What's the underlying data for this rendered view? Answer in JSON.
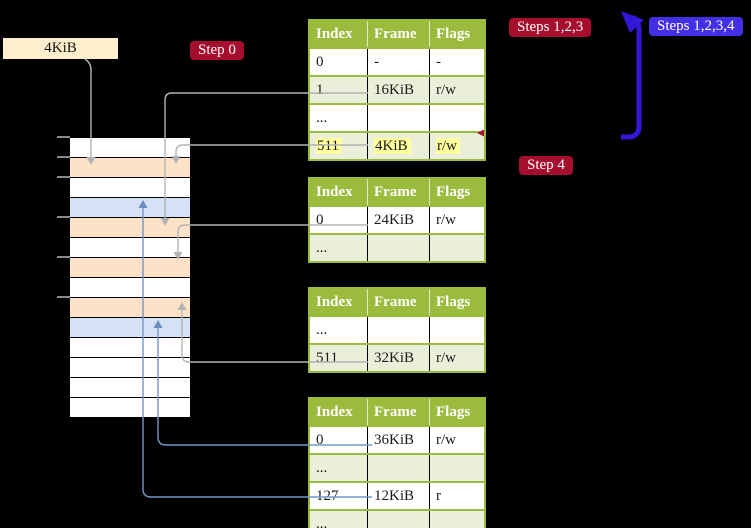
{
  "figure": {
    "root_pointer_label": "4KiB",
    "step_labels": {
      "step0": "Step 0",
      "steps123": "Steps 1,2,3",
      "steps1234": "Steps 1,2,3,4",
      "step4": "Step 4"
    }
  },
  "memory_column": {
    "rows": [
      "empty",
      "page_table",
      "empty",
      "mapped_page",
      "page_table",
      "empty",
      "page_table",
      "empty",
      "page_table",
      "mapped_page",
      "empty",
      "empty",
      "empty",
      "empty"
    ],
    "ticks_y": [
      137,
      157,
      177,
      217,
      257,
      297
    ]
  },
  "tables": [
    {
      "name": "level-4-page-table",
      "headers": [
        "Index",
        "Frame",
        "Flags"
      ],
      "rows": [
        {
          "cells": [
            "0",
            "-",
            "-"
          ],
          "shaded": false,
          "highlighted": false
        },
        {
          "cells": [
            "1",
            "16KiB",
            "r/w"
          ],
          "shaded": true,
          "highlighted": false
        },
        {
          "cells": [
            "...",
            "",
            ""
          ],
          "shaded": false,
          "highlighted": false
        },
        {
          "cells": [
            "511",
            "4KiB",
            "r/w"
          ],
          "shaded": true,
          "highlighted": true
        }
      ]
    },
    {
      "name": "level-3-page-table",
      "headers": [
        "Index",
        "Frame",
        "Flags"
      ],
      "rows": [
        {
          "cells": [
            "0",
            "24KiB",
            "r/w"
          ],
          "shaded": false,
          "highlighted": false
        },
        {
          "cells": [
            "...",
            "",
            ""
          ],
          "shaded": true,
          "highlighted": false
        }
      ]
    },
    {
      "name": "level-2-page-table",
      "headers": [
        "Index",
        "Frame",
        "Flags"
      ],
      "rows": [
        {
          "cells": [
            "...",
            "",
            ""
          ],
          "shaded": false,
          "highlighted": false
        },
        {
          "cells": [
            "511",
            "32KiB",
            "r/w"
          ],
          "shaded": true,
          "highlighted": false
        }
      ]
    },
    {
      "name": "level-1-page-table",
      "headers": [
        "Index",
        "Frame",
        "Flags"
      ],
      "rows": [
        {
          "cells": [
            "0",
            "36KiB",
            "r/w"
          ],
          "shaded": false,
          "highlighted": false
        },
        {
          "cells": [
            "...",
            "",
            ""
          ],
          "shaded": true,
          "highlighted": false
        },
        {
          "cells": [
            "127",
            "12KiB",
            "r"
          ],
          "shaded": false,
          "highlighted": false
        },
        {
          "cells": [
            "...",
            "",
            ""
          ],
          "shaded": true,
          "highlighted": false
        }
      ]
    }
  ],
  "colors": {
    "background": "#000000",
    "root_box": "#fdeecd",
    "step_red": "#a60e2e",
    "step_blue": "#4430e4",
    "big_arrow_blue": "#3318d9",
    "table_header_green": "#9bbb3c",
    "table_shaded_row": "#e9efd9",
    "highlight_yellow": "#ffff9e",
    "frame_page_table": "#fde2c8",
    "frame_mapped_page": "#d5e2f5",
    "connector_gray": "#b3b3b3",
    "connector_blue": "#7495c8"
  }
}
